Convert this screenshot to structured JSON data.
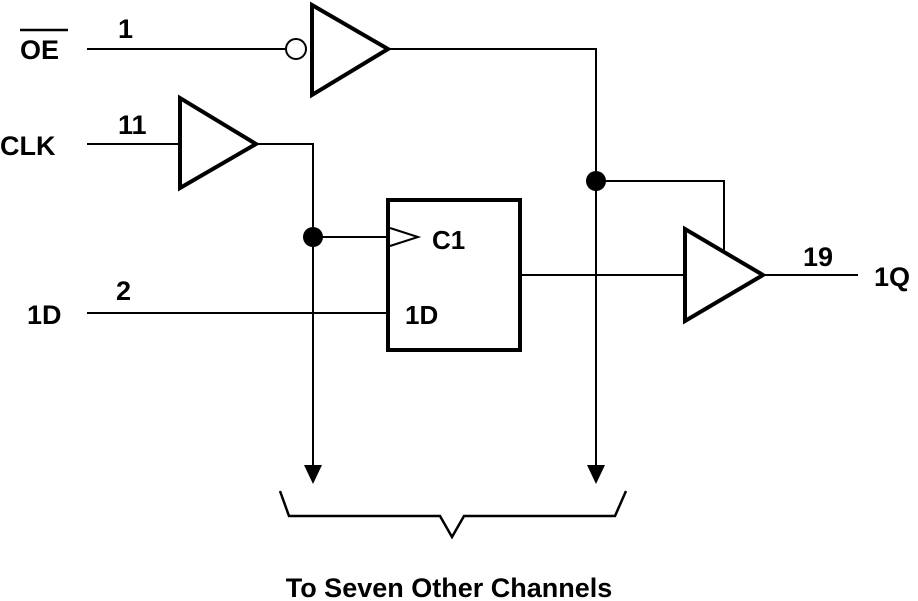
{
  "signals": {
    "oe": "OE",
    "clk": "CLK",
    "d_in": "1D",
    "q_out": "1Q"
  },
  "pins": {
    "oe": "1",
    "clk": "11",
    "d_in": "2",
    "q_out": "19"
  },
  "flipflop": {
    "clock_label": "C1",
    "data_label": "1D"
  },
  "caption": "To Seven Other Channels"
}
